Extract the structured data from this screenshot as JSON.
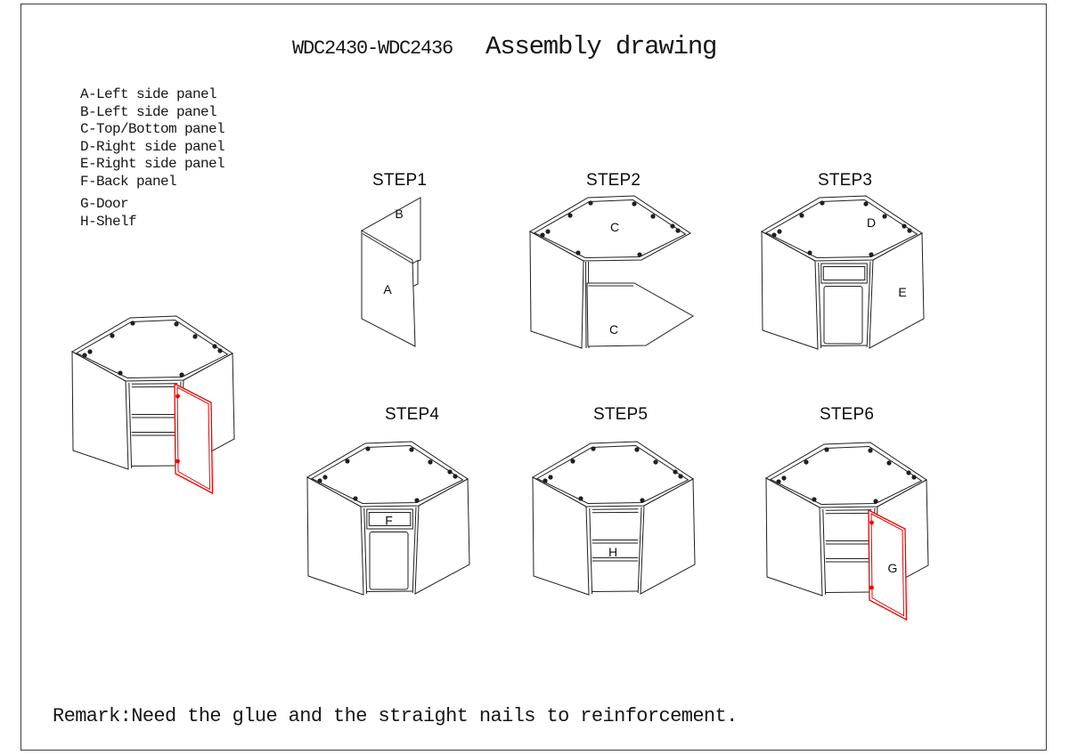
{
  "header": {
    "model": "WDC2430-WDC2436",
    "title": "Assembly drawing"
  },
  "parts_list": [
    "A-Left side panel",
    "B-Left side panel",
    "C-Top/Bottom panel",
    "D-Right side panel",
    "E-Right side panel",
    "F-Back panel",
    "G-Door",
    "H-Shelf"
  ],
  "steps": [
    {
      "label": "STEP1",
      "parts": [
        "B",
        "A"
      ]
    },
    {
      "label": "STEP2",
      "parts": [
        "C",
        "C"
      ]
    },
    {
      "label": "STEP3",
      "parts": [
        "D",
        "E"
      ]
    },
    {
      "label": "STEP4",
      "parts": [
        "F"
      ]
    },
    {
      "label": "STEP5",
      "parts": [
        "H"
      ]
    },
    {
      "label": "STEP6",
      "parts": [
        "G"
      ]
    }
  ],
  "footer": {
    "remark": "Remark:Need the glue and the straight nails to reinforcement."
  },
  "colors": {
    "line": "#1f1f1f",
    "door_red": "#ee0000"
  }
}
